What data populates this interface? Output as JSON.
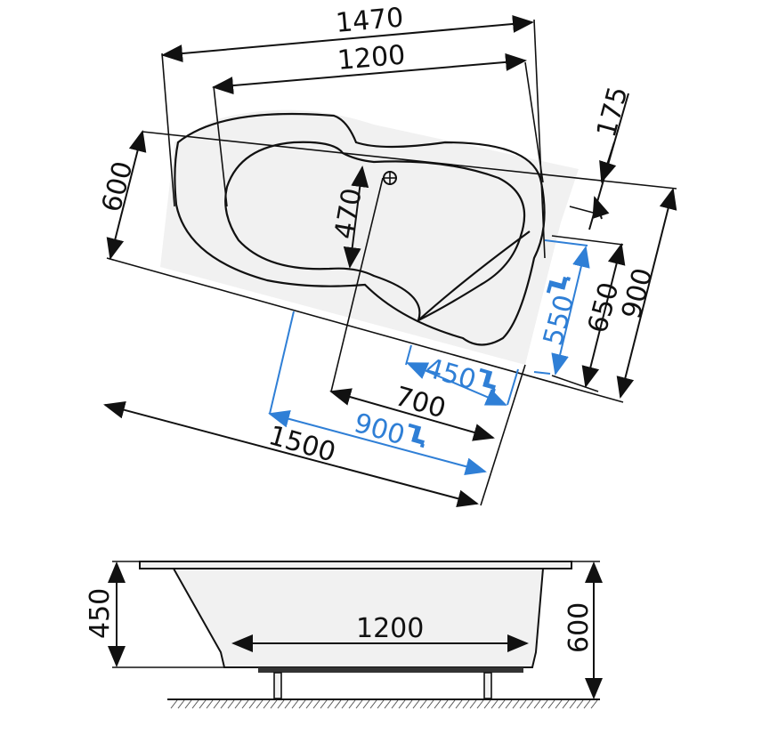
{
  "colors": {
    "ink": "#111111",
    "accent_blue": "#2f7fd6",
    "tub_fill": "#f1f1f1",
    "background": "#ffffff"
  },
  "top_view": {
    "dimensions": {
      "overall_width": "1470",
      "inner_width": "1200",
      "corner_offset": "175",
      "left_depth": "600",
      "inner_depth": "470",
      "right_depth_inner": "650",
      "right_depth_outer": "900",
      "bottom_inner": "700",
      "bottom_outer": "1500"
    },
    "tap_dimensions": {
      "side": "550",
      "front_short": "450",
      "front_long": "900"
    },
    "icons": [
      "tap-icon",
      "tap-icon",
      "tap-icon"
    ]
  },
  "side_view": {
    "dimensions": {
      "interior_length": "1200",
      "tub_depth": "450",
      "total_height": "600"
    }
  }
}
